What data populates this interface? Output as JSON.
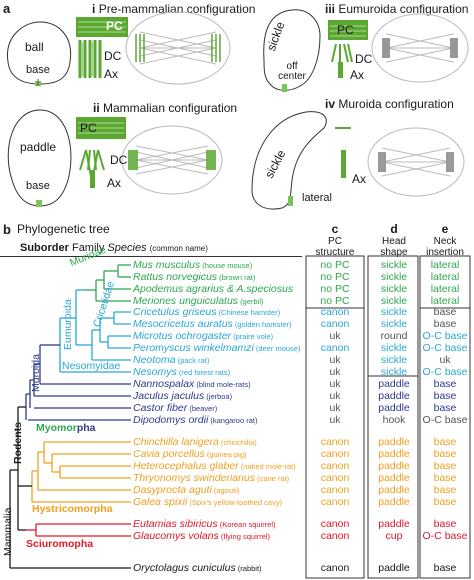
{
  "panel_a": {
    "letter": "a",
    "configs": [
      {
        "num": "i",
        "title": "Pre-mammalian configuration",
        "head": "ball",
        "neck": "base",
        "pc": "PC",
        "dc": "DC",
        "ax": "Ax"
      },
      {
        "num": "ii",
        "title": "Mammalian configuration",
        "head": "paddle",
        "neck": "base",
        "pc": "PC",
        "dc": "DC",
        "ax": "Ax"
      },
      {
        "num": "iii",
        "title": "Eumuroida configuration",
        "head": "sickle",
        "neck": "off center",
        "pc": "PC",
        "dc": "DC",
        "ax": "Ax"
      },
      {
        "num": "iv",
        "title": "Muroida configuration",
        "head": "sickle",
        "neck": "lateral",
        "ax": "Ax"
      }
    ]
  },
  "panel_b": {
    "letter": "b",
    "title": "Phylogenetic tree",
    "header": {
      "suborder": "Suborder",
      "family": "Family",
      "species": "Species",
      "common": "(common name)"
    },
    "columns": [
      {
        "letter": "c",
        "line1": "PC",
        "line2": "structure"
      },
      {
        "letter": "d",
        "line1": "Head",
        "line2": "shape"
      },
      {
        "letter": "e",
        "line1": "Neck",
        "line2": "insertion"
      }
    ],
    "clades": {
      "muridae": "Muridae",
      "cricetidae": "Cricetidae",
      "eumuroida": "Eumuroida",
      "nesomyidae": "Nesomyidae",
      "muroida": "Muroida",
      "rodents": "Rodents",
      "myomorpha_a": "Myomor",
      "myomorpha_b": "pha",
      "hystricomorpha": "Hystricomorpha",
      "sciuromorpha": "Sciuromopha",
      "mammalia": "Mammalia"
    },
    "rows": [
      {
        "species": "Mus musculus",
        "common": "(house mouse)",
        "pc": "no PC",
        "head": "sickle",
        "neck": "lateral",
        "color": "#2fa84f",
        "pc_color": "#2fa84f",
        "head_color": "#2fa84f",
        "neck_color": "#2fa84f"
      },
      {
        "species": "Rattus norvegicus",
        "common": "(brown rat)",
        "pc": "no PC",
        "head": "sickle",
        "neck": "lateral",
        "color": "#2fa84f",
        "pc_color": "#2fa84f",
        "head_color": "#2fa84f",
        "neck_color": "#2fa84f"
      },
      {
        "species": "Apodemus agrarius & A.speciosus",
        "common": "",
        "pc": "no PC",
        "head": "sickle",
        "neck": "lateral",
        "color": "#2fa84f",
        "pc_color": "#2fa84f",
        "head_color": "#2fa84f",
        "neck_color": "#2fa84f"
      },
      {
        "species": "Meriones unguiculatus",
        "common": "(gerbil)",
        "pc": "no PC",
        "head": "sickle",
        "neck": "lateral",
        "color": "#2fa84f",
        "pc_color": "#2fa84f",
        "head_color": "#2fa84f",
        "neck_color": "#2fa84f"
      },
      {
        "species": "Cricetulus griseus",
        "common": "(Chinese hamster)",
        "pc": "canon",
        "head": "sickle",
        "neck": "base",
        "color": "#29a8d8",
        "pc_color": "#29a8d8",
        "head_color": "#29a8d8",
        "neck_color": "#555555"
      },
      {
        "species": "Mesocricetus auratus",
        "common": "(golden hamster)",
        "pc": "canon",
        "head": "sickle",
        "neck": "base",
        "color": "#29a8d8",
        "pc_color": "#29a8d8",
        "head_color": "#29a8d8",
        "neck_color": "#555555"
      },
      {
        "species": "Microtus ochrogaster",
        "common": "(praire vole)",
        "pc": "uk",
        "head": "round",
        "neck": "O-C base",
        "color": "#29a8d8",
        "pc_color": "#555555",
        "head_color": "#555555",
        "neck_color": "#29a8d8"
      },
      {
        "species": "Peromyscus winkelmamzi",
        "common": "(deer mouse)",
        "pc": "canon",
        "head": "sickle",
        "neck": "O-C base",
        "color": "#29a8d8",
        "pc_color": "#29a8d8",
        "head_color": "#29a8d8",
        "neck_color": "#29a8d8"
      },
      {
        "species": "Neotoma",
        "common": "(pack rat)",
        "pc": "uk",
        "head": "sickle",
        "neck": "uk",
        "color": "#29a8d8",
        "pc_color": "#555555",
        "head_color": "#29a8d8",
        "neck_color": "#555555"
      },
      {
        "species": "Nesomys",
        "common": "(red forest rats)",
        "pc": "uk",
        "head": "sickle",
        "neck": "O-C base",
        "color": "#29a8d8",
        "pc_color": "#555555",
        "head_color": "#29a8d8",
        "neck_color": "#29a8d8"
      },
      {
        "species": "Nannospalax",
        "common": "(blind mole-rats)",
        "pc": "uk",
        "head": "paddle",
        "neck": "base",
        "color": "#2e3a8c",
        "pc_color": "#555555",
        "head_color": "#2e3a8c",
        "neck_color": "#2e3a8c"
      },
      {
        "species": "Jaculus jaculus",
        "common": "(jerboa)",
        "pc": "uk",
        "head": "paddle",
        "neck": "base",
        "color": "#2e3a8c",
        "pc_color": "#555555",
        "head_color": "#2e3a8c",
        "neck_color": "#2e3a8c"
      },
      {
        "species": "Castor fiber",
        "common": "(beaver)",
        "pc": "uk",
        "head": "paddle",
        "neck": "base",
        "color": "#2e3a8c",
        "pc_color": "#555555",
        "head_color": "#2e3a8c",
        "neck_color": "#2e3a8c"
      },
      {
        "species": "Dipodomys ordii",
        "common": "(kangaroo rat)",
        "pc": "uk",
        "head": "hook",
        "neck": "O-C base",
        "color": "#2e3a8c",
        "pc_color": "#555555",
        "head_color": "#555555",
        "neck_color": "#555555"
      },
      {
        "species": "Chinchilla lanigera",
        "common": "(chinchilla)",
        "pc": "canon",
        "head": "paddle",
        "neck": "base",
        "color": "#f0a020",
        "pc_color": "#f0a020",
        "head_color": "#f0a020",
        "neck_color": "#f0a020"
      },
      {
        "species": "Cavia porcellus",
        "common": "(guinea pig)",
        "pc": "canon",
        "head": "paddle",
        "neck": "base",
        "color": "#f0a020",
        "pc_color": "#f0a020",
        "head_color": "#f0a020",
        "neck_color": "#f0a020"
      },
      {
        "species": "Heterocephalus glaber",
        "common": "(naked mole-rat)",
        "pc": "canon",
        "head": "paddle",
        "neck": "base",
        "color": "#f0a020",
        "pc_color": "#f0a020",
        "head_color": "#f0a020",
        "neck_color": "#f0a020"
      },
      {
        "species": "Thryonomys swinderianus",
        "common": "(cane rat)",
        "pc": "canon",
        "head": "paddle",
        "neck": "base",
        "color": "#f0a020",
        "pc_color": "#f0a020",
        "head_color": "#f0a020",
        "neck_color": "#f0a020"
      },
      {
        "species": "Dasyprocta aguti",
        "common": "(agouti)",
        "pc": "canon",
        "head": "paddle",
        "neck": "base",
        "color": "#f0a020",
        "pc_color": "#f0a020",
        "head_color": "#f0a020",
        "neck_color": "#f0a020"
      },
      {
        "species": "Galea spixii",
        "common": "(Spix's yellow-toothed cavy)",
        "pc": "canon",
        "head": "paddle",
        "neck": "base",
        "color": "#f0a020",
        "pc_color": "#f0a020",
        "head_color": "#f0a020",
        "neck_color": "#f0a020"
      },
      {
        "species": "Eutamias sibiricus",
        "common": "(Korean squirrel)",
        "pc": "canon",
        "head": "paddle",
        "neck": "base",
        "color": "#e0192b",
        "pc_color": "#e0192b",
        "head_color": "#e0192b",
        "neck_color": "#e0192b"
      },
      {
        "species": "Glaucomys volans",
        "common": "(flying squirrel)",
        "pc": "canon",
        "head": "cup",
        "neck": "O-C base",
        "color": "#e0192b",
        "pc_color": "#e0192b",
        "head_color": "#e0192b",
        "neck_color": "#e0192b"
      },
      {
        "species": "Oryctolagus cuniculus",
        "common": "(rabbit)",
        "pc": "canon",
        "head": "paddle",
        "neck": "base",
        "color": "#1a1a1a",
        "pc_color": "#1a1a1a",
        "head_color": "#1a1a1a",
        "neck_color": "#1a1a1a"
      }
    ],
    "colors": {
      "muridae": "#2fa84f",
      "cricetidae": "#29a8d8",
      "myomorpha": "#2e3a8c",
      "hystricomorpha": "#f0a020",
      "sciuromorpha": "#e0192b",
      "structure_green": "#5aa832",
      "structure_light": "#9fd07e",
      "cell_outline": "#9a9a9a"
    }
  }
}
